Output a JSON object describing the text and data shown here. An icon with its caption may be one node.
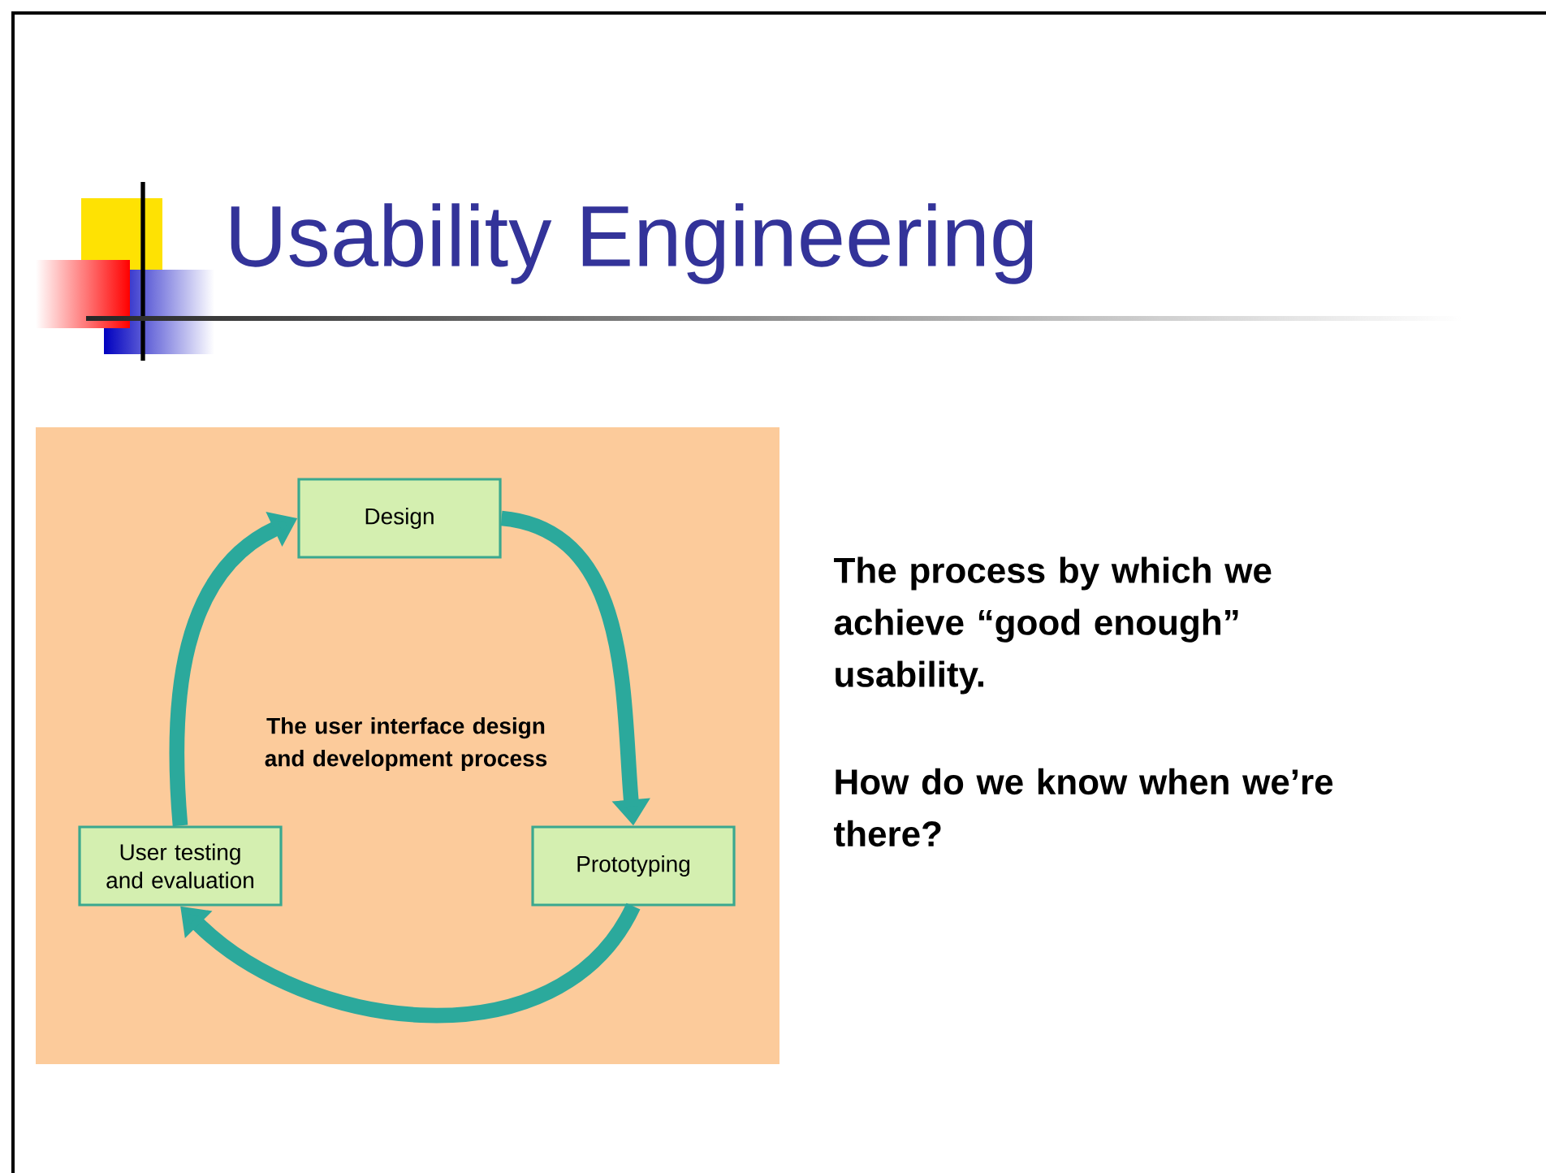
{
  "diagram": {
    "title": "Usability Engineering",
    "nodes": [
      {
        "text": [
          "Design"
        ]
      },
      {
        "text": [
          "Prototyping"
        ]
      },
      {
        "text": [
          "User testing and evaluation"
        ]
      }
    ],
    "edges": [
      {
        "from": 0,
        "to": 1,
        "arrow": "to"
      },
      {
        "from": 1,
        "to": 2,
        "arrow": "to"
      },
      {
        "from": 2,
        "to": 0,
        "arrow": "to"
      }
    ],
    "labels": [
      "The user interface design and development process",
      "The process by which we achieve “good enough” usability.",
      "How do we know when we’re there?"
    ]
  }
}
